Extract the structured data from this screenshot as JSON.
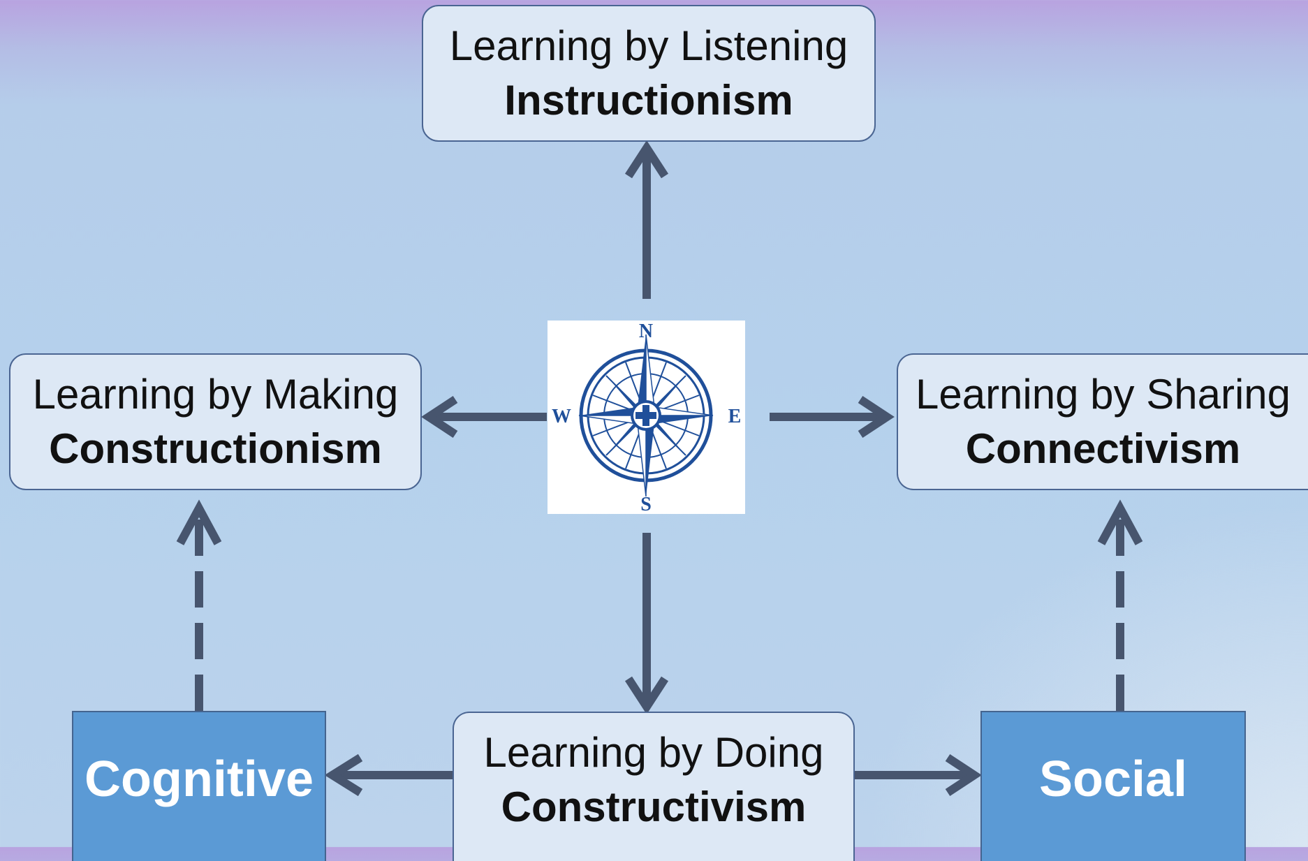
{
  "nodes": {
    "north": {
      "line1": "Learning by Listening",
      "line2": "Instructionism"
    },
    "west": {
      "line1": "Learning by Making",
      "line2": "Constructionism"
    },
    "east": {
      "line1": "Learning by Sharing",
      "line2": "Connectivism"
    },
    "south": {
      "line1": "Learning by Doing",
      "line2": "Constructivism"
    }
  },
  "categories": {
    "cognitive": "Cognitive",
    "social": "Social"
  },
  "compass": {
    "n": "N",
    "s": "S",
    "e": "E",
    "w": "W"
  },
  "colors": {
    "box_fill": "#dde8f5",
    "box_border": "#4a6592",
    "category_fill": "#5b9ad5",
    "arrow": "#47556e",
    "compass": "#1f4f9a"
  }
}
